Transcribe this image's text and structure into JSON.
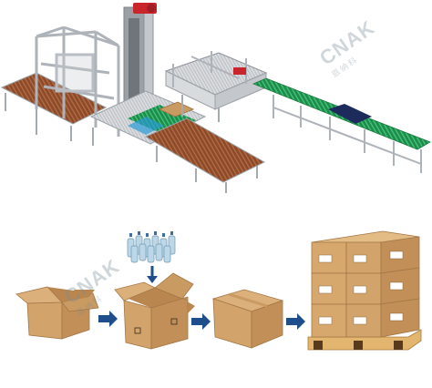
{
  "watermark": {
    "brand": "CNAK",
    "brand_cn": "恩纳科"
  },
  "illustration": {
    "top": "automated-palletizing-line",
    "bottom_steps": [
      "open-carton",
      "bottles-into-carton",
      "sealed-carton",
      "palletized-cartons"
    ]
  },
  "colors": {
    "frame": "#b9bec4",
    "conveyor_rollers": "#8a4a2c",
    "conveyor_green": "#27a35a",
    "column": "#8c9196",
    "motor_red": "#c8262a",
    "carton": "#c99a62",
    "arrow": "#1e4e8c",
    "pallet": "#e3b66f"
  }
}
